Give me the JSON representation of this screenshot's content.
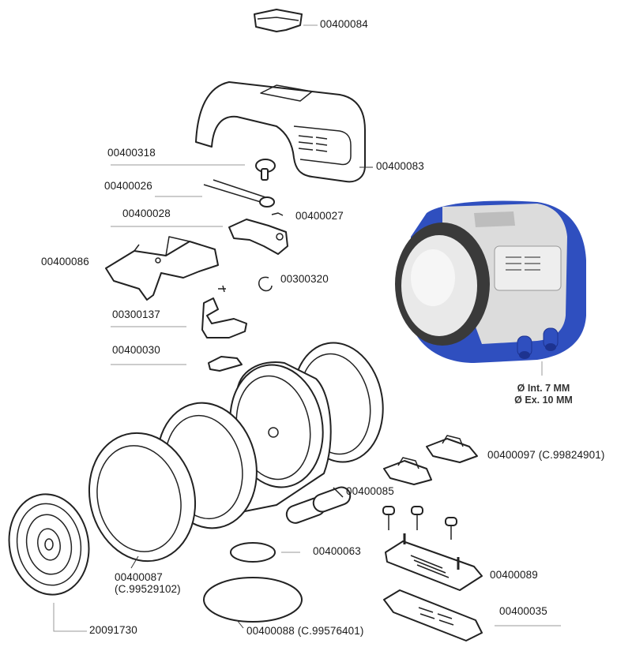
{
  "parts": [
    {
      "id": "p84",
      "code": "00400084"
    },
    {
      "id": "p83",
      "code": "00400083"
    },
    {
      "id": "p318",
      "code": "00400318"
    },
    {
      "id": "p26",
      "code": "00400026"
    },
    {
      "id": "p28",
      "code": "00400028"
    },
    {
      "id": "p27",
      "code": "00400027"
    },
    {
      "id": "p86",
      "code": "00400086"
    },
    {
      "id": "p320",
      "code": "00300320"
    },
    {
      "id": "p137",
      "code": "00300137"
    },
    {
      "id": "p30",
      "code": "00400030"
    },
    {
      "id": "p97",
      "code": "00400097 (C.99824901)"
    },
    {
      "id": "p85",
      "code": "00400085"
    },
    {
      "id": "p63",
      "code": "00400063"
    },
    {
      "id": "p89",
      "code": "00400089"
    },
    {
      "id": "p87",
      "code": "00400087"
    },
    {
      "id": "p87b",
      "code": "(C.99529102)"
    },
    {
      "id": "p35",
      "code": "00400035"
    },
    {
      "id": "p1730",
      "code": "20091730"
    },
    {
      "id": "p88",
      "code": "00400088 (C.99576401)"
    }
  ],
  "product_photo": {
    "spec_internal": "Ø Int. 7 MM",
    "spec_external": "Ø Ex. 10 MM",
    "colors": {
      "body": "#2f4fbf",
      "silver": "#dcdcdc",
      "ring": "#3a3a3a"
    }
  }
}
